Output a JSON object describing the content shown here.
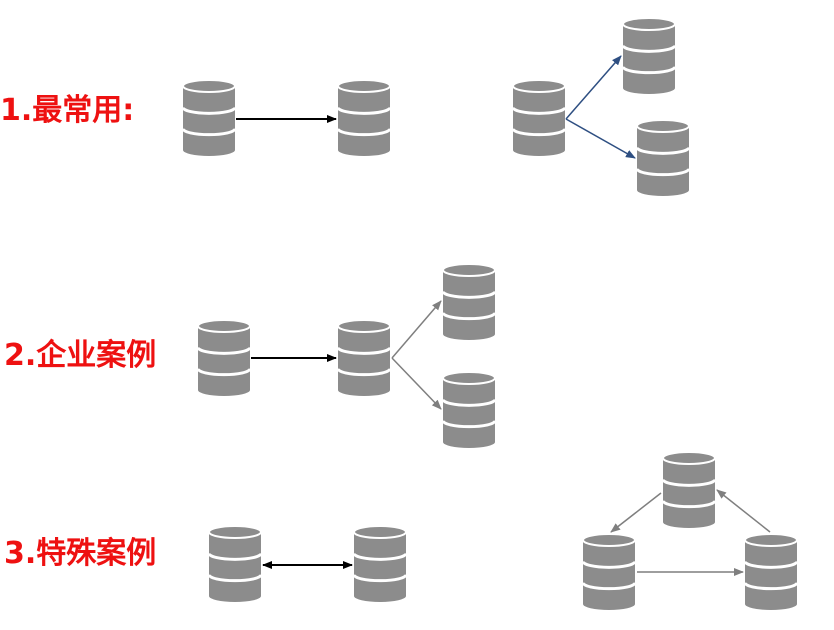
{
  "labels": {
    "section1": "1.最常用:",
    "section2": "2.企业案例",
    "section3": "3.特殊案例"
  },
  "colors": {
    "label": "#ee1111",
    "db_fill": "#8c8c8c",
    "db_line": "#ffffff",
    "arrow_black": "#000000",
    "arrow_blue": "#2e4f82",
    "arrow_gray": "#7f7f7f"
  },
  "icons": {
    "database": "database-icon"
  },
  "sections": [
    {
      "id": "most-common",
      "patterns": [
        "one-to-one",
        "one-to-many"
      ]
    },
    {
      "id": "enterprise",
      "patterns": [
        "chain-with-fanout"
      ]
    },
    {
      "id": "special",
      "patterns": [
        "bidirectional",
        "ring"
      ]
    }
  ]
}
